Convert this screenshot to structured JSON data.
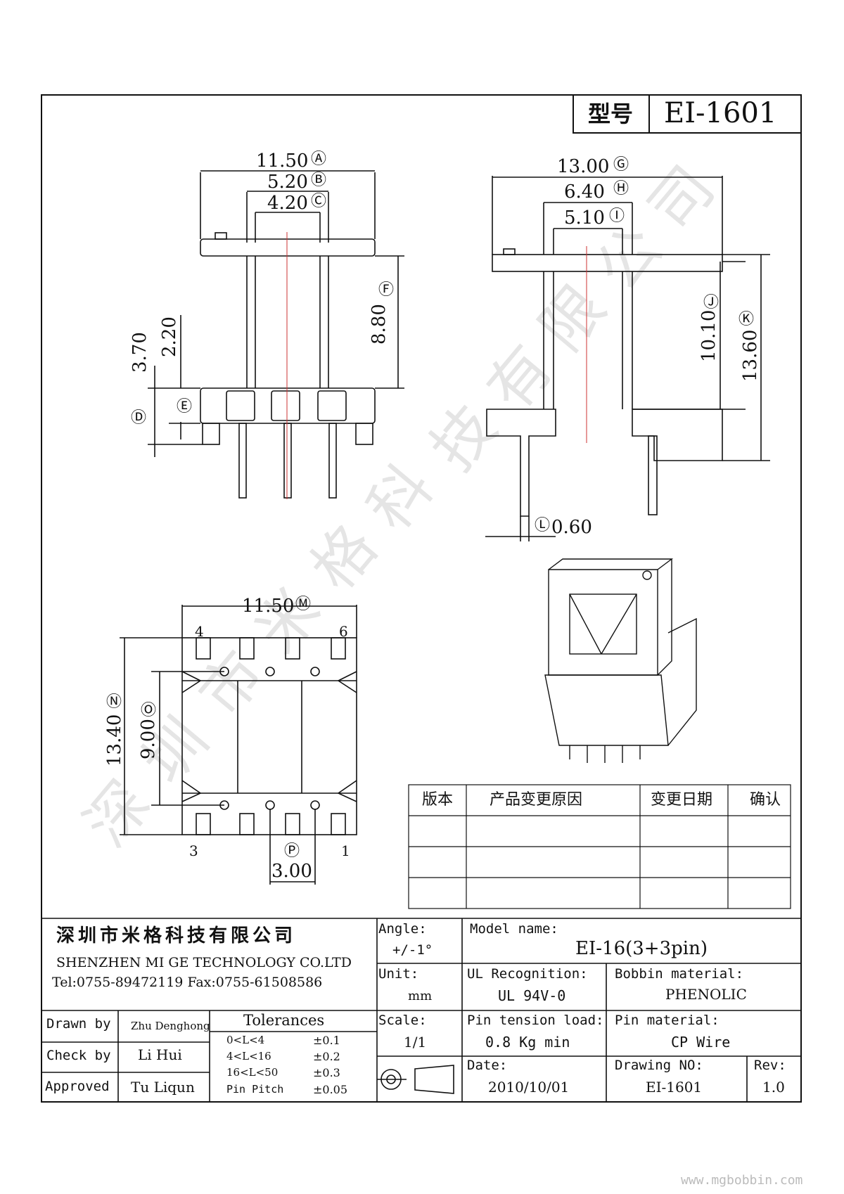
{
  "header": {
    "model_label": "型号",
    "model_value": "EI-1601"
  },
  "watermark": {
    "chars": [
      "深",
      "圳",
      "市",
      "米",
      "格",
      "科",
      "技",
      "有",
      "限",
      "公",
      "司"
    ],
    "url": "www.mgbobbin.com"
  },
  "dimensions": {
    "A": "11.50",
    "B": "5.20",
    "C": "4.20",
    "D": "",
    "E": "",
    "F": "8.80",
    "G": "13.00",
    "H": "6.40",
    "I": "5.10",
    "J": "10.10",
    "K": "13.60",
    "L": "0.60",
    "M": "11.50",
    "N": "13.40",
    "O": "9.00",
    "P": "3.00",
    "v370": "3.70",
    "v220": "2.20"
  },
  "circle_letters": {
    "A": "Ⓐ",
    "B": "Ⓑ",
    "C": "Ⓒ",
    "D": "Ⓓ",
    "E": "Ⓔ",
    "F": "Ⓕ",
    "G": "Ⓖ",
    "H": "Ⓗ",
    "I": "Ⓘ",
    "J": "Ⓙ",
    "K": "Ⓚ",
    "L": "Ⓛ",
    "M": "Ⓜ",
    "N": "Ⓝ",
    "O": "Ⓞ",
    "P": "Ⓟ"
  },
  "pins": {
    "p4": "4",
    "p6": "6",
    "p3": "3",
    "p1": "1"
  },
  "revision_table": {
    "headers": [
      "版本",
      "产品变更原因",
      "变更日期",
      "确认"
    ],
    "rows": [
      [
        "",
        "",
        "",
        ""
      ],
      [
        "",
        "",
        "",
        ""
      ],
      [
        "",
        "",
        "",
        ""
      ]
    ]
  },
  "title_block": {
    "company_cn": "深圳市米格科技有限公司",
    "company_en": "SHENZHEN  MI GE TECHNOLOGY  CO.LTD",
    "contact": "Tel:0755-89472119    Fax:0755-61508586",
    "angle_label": "Angle:",
    "angle_value": "+/-1°",
    "model_label": "Model name:",
    "model_value": "EI-16(3+3pin)",
    "unit_label": "Unit:",
    "unit_value": "mm",
    "ul_label": "UL Recognition:",
    "ul_value": "UL 94V-0",
    "bobbin_label": "Bobbin material:",
    "bobbin_value": "PHENOLIC",
    "scale_label": "Scale:",
    "scale_value": "1/1",
    "tension_label": "Pin tension load:",
    "tension_value": "0.8 Kg min",
    "pinmat_label": "Pin material:",
    "pinmat_value": "CP Wire",
    "date_label": "Date:",
    "date_value": "2010/10/01",
    "drawno_label": "Drawing NO:",
    "drawno_value": "EI-1601",
    "rev_label": "Rev:",
    "rev_value": "1.0",
    "drawn_label": "Drawn by",
    "drawn_value": "Zhu Denghong",
    "check_label": "Check by",
    "check_value": "Li Hui",
    "approved_label": "Approved",
    "approved_value": "Tu Liqun",
    "tolerances_title": "Tolerances",
    "tolerances": [
      {
        "range": "0<L<4",
        "tol": "±0.1"
      },
      {
        "range": "4<L<16",
        "tol": "±0.2"
      },
      {
        "range": "16<L<50",
        "tol": "±0.3"
      },
      {
        "range": "Pin Pitch",
        "tol": "±0.05"
      }
    ]
  }
}
